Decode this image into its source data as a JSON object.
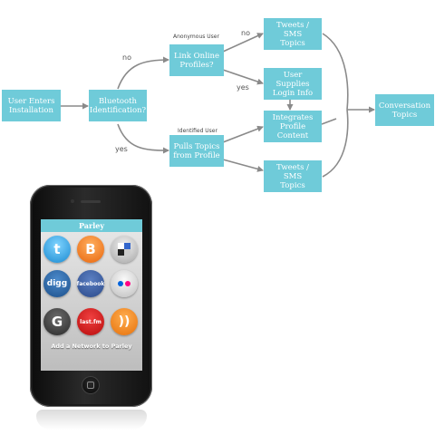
{
  "nodes": {
    "user_enters": "User Enters\nInstallation",
    "bluetooth": "Bluetooth\nIdentification?",
    "link_profiles": "Link Online\nProfiles?",
    "pulls_topics": "Pulls Topics\nfrom Profile",
    "tweets_top": "Tweets / SMS\nTopics",
    "user_supplies": "User Supplies\nLogin Info",
    "integrates": "Integrates\nProfile Content",
    "tweets_bottom": "Tweets / SMS\nTopics",
    "conversation": "Conversation\nTopics"
  },
  "edge_labels": {
    "bluetooth_no": "no",
    "bluetooth_yes": "yes",
    "link_no": "no",
    "link_yes": "yes"
  },
  "captions": {
    "anonymous": "Anonymous User",
    "identified": "Identified User"
  },
  "phone": {
    "app_title": "Parley",
    "add_network": "Add a Network to Parley",
    "apps": [
      {
        "icon": "twitter-icon",
        "glyph": "t"
      },
      {
        "icon": "blogger-icon",
        "glyph": "B"
      },
      {
        "icon": "delicious-icon",
        "glyph": ""
      },
      {
        "icon": "digg-icon",
        "glyph": "digg"
      },
      {
        "icon": "facebook-icon",
        "glyph": "facebook"
      },
      {
        "icon": "flickr-icon",
        "glyph": ""
      },
      {
        "icon": "google-icon",
        "glyph": "G"
      },
      {
        "icon": "lastfm-icon",
        "glyph": "last.fm"
      },
      {
        "icon": "rss-icon",
        "glyph": "))"
      }
    ]
  },
  "colors": {
    "node_fill": "#6fcbd9",
    "edge": "#8a8a8a"
  }
}
